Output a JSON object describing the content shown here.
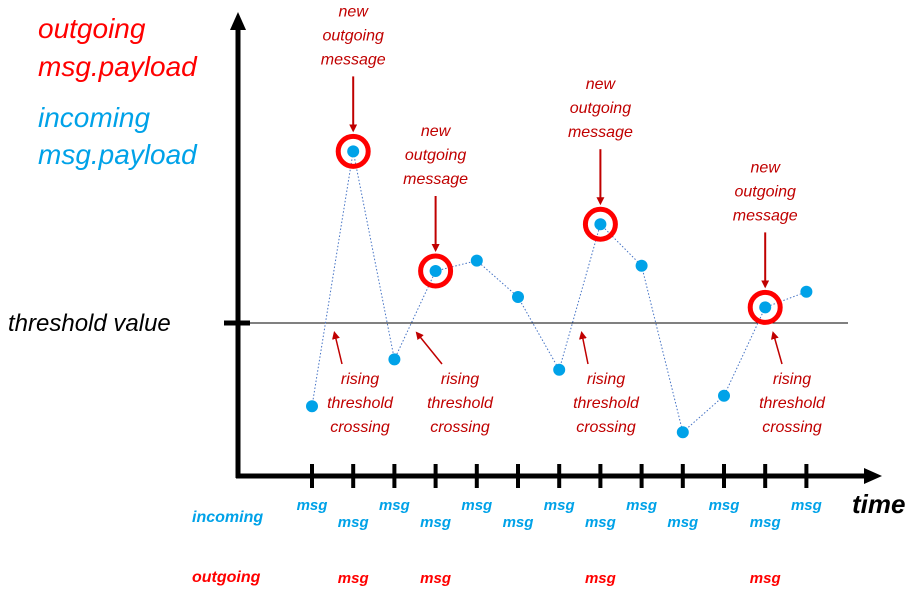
{
  "colors": {
    "outgoing": "#ff0000",
    "incoming": "#00a2e8",
    "annotation": "#c00000",
    "axis": "#000000",
    "trace": "#4472c4"
  },
  "legend": {
    "outgoing_line1": "outgoing",
    "outgoing_line2": "msg.payload",
    "incoming_line1": "incoming",
    "incoming_line2": "msg.payload"
  },
  "threshold_label": "threshold value",
  "time_label": "time",
  "row_labels": {
    "incoming": "incoming",
    "outgoing": "outgoing"
  },
  "msg_label": "msg",
  "annotations": {
    "new_message": [
      "new",
      "outgoing",
      "message"
    ],
    "rising": [
      "rising",
      "threshold",
      "crossing"
    ]
  },
  "chart_data": {
    "type": "line",
    "threshold": 0,
    "series": [
      {
        "values": [
          -1.6,
          3.3,
          -0.7,
          1.0,
          1.2,
          0.5,
          -0.9,
          1.9,
          1.1,
          -2.1,
          -1.4,
          0.3,
          0.6
        ]
      }
    ],
    "outgoing_indices": [
      1,
      3,
      7,
      11
    ],
    "rising_crossing_indices": [
      1,
      3,
      7,
      11
    ]
  }
}
